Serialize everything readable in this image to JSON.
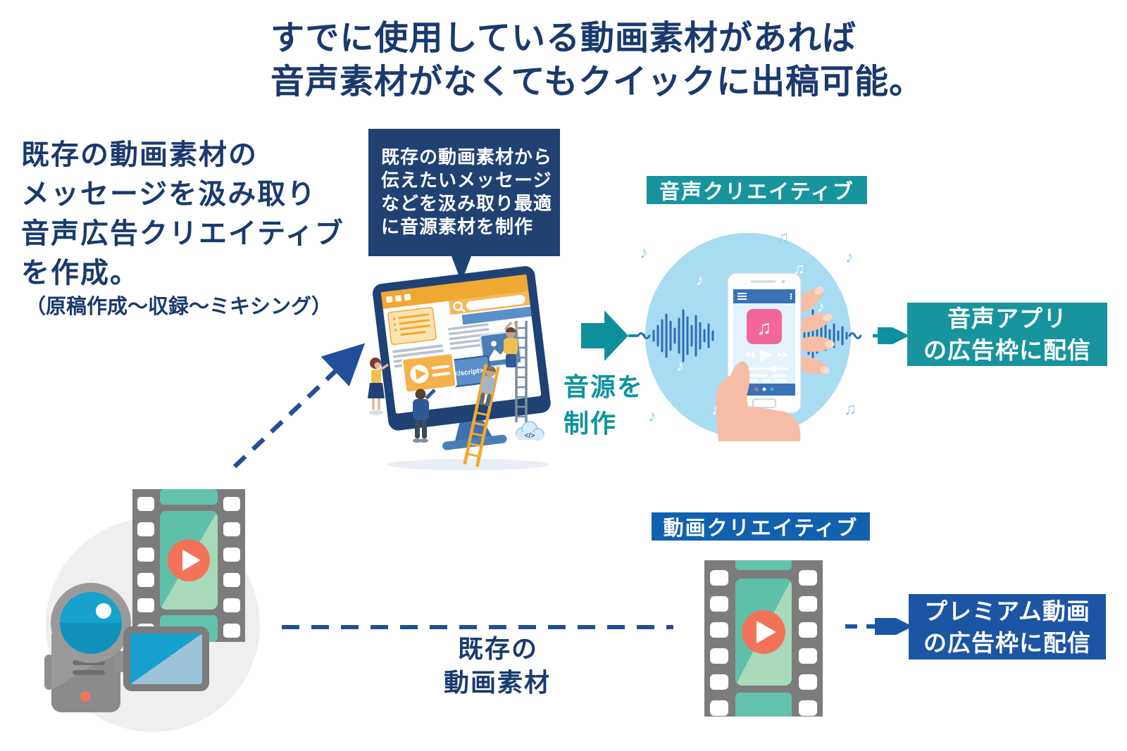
{
  "title": {
    "line1": "すでに使用している動画素材があれば",
    "line2": "音声素材がなくてもクイックに出稿可能。"
  },
  "intro": {
    "line1": "既存の動画素材の",
    "line2": "メッセージを汲み取り",
    "line3": "音声広告クリエイティブ",
    "line4": "を作成。",
    "note": "（原稿作成～収録～ミキシング）"
  },
  "bubble": {
    "line1": "既存の動画素材から",
    "line2": "伝えたいメッセージ",
    "line3": "などを汲み取り最適",
    "line4": "に音源素材を制作"
  },
  "audio_flow": {
    "label": "音声クリエイティブ",
    "arrow_caption_line1": "音源を",
    "arrow_caption_line2": "制作",
    "dest_line1": "音声アプリ",
    "dest_line2": "の広告枠に配信"
  },
  "video_flow": {
    "label": "動画クリエイティブ",
    "source_caption_line1": "既存の",
    "source_caption_line2": "動画素材",
    "dest_line1": "プレミアム動画",
    "dest_line2": "の広告枠に配信"
  },
  "illustrations": {
    "script_tag": "</script>",
    "code_tag": "</>",
    "music_note": "♪",
    "music_double_note": "♫"
  },
  "colors": {
    "navy_text": "#1a3a6e",
    "bubble_bg": "#1f4273",
    "teal": "#17949e",
    "teal_arrow": "#0e909c",
    "video_label_blue": "#1261ae",
    "video_box_blue": "#1b55a3",
    "dash_blue": "#224f97",
    "circle_bg": "#a8dcf3",
    "wave_blue": "#2d6cb5",
    "play_orange": "#f3735a",
    "film_teal_dark": "#5fc0aa",
    "film_teal_light": "#a8d9bb"
  }
}
